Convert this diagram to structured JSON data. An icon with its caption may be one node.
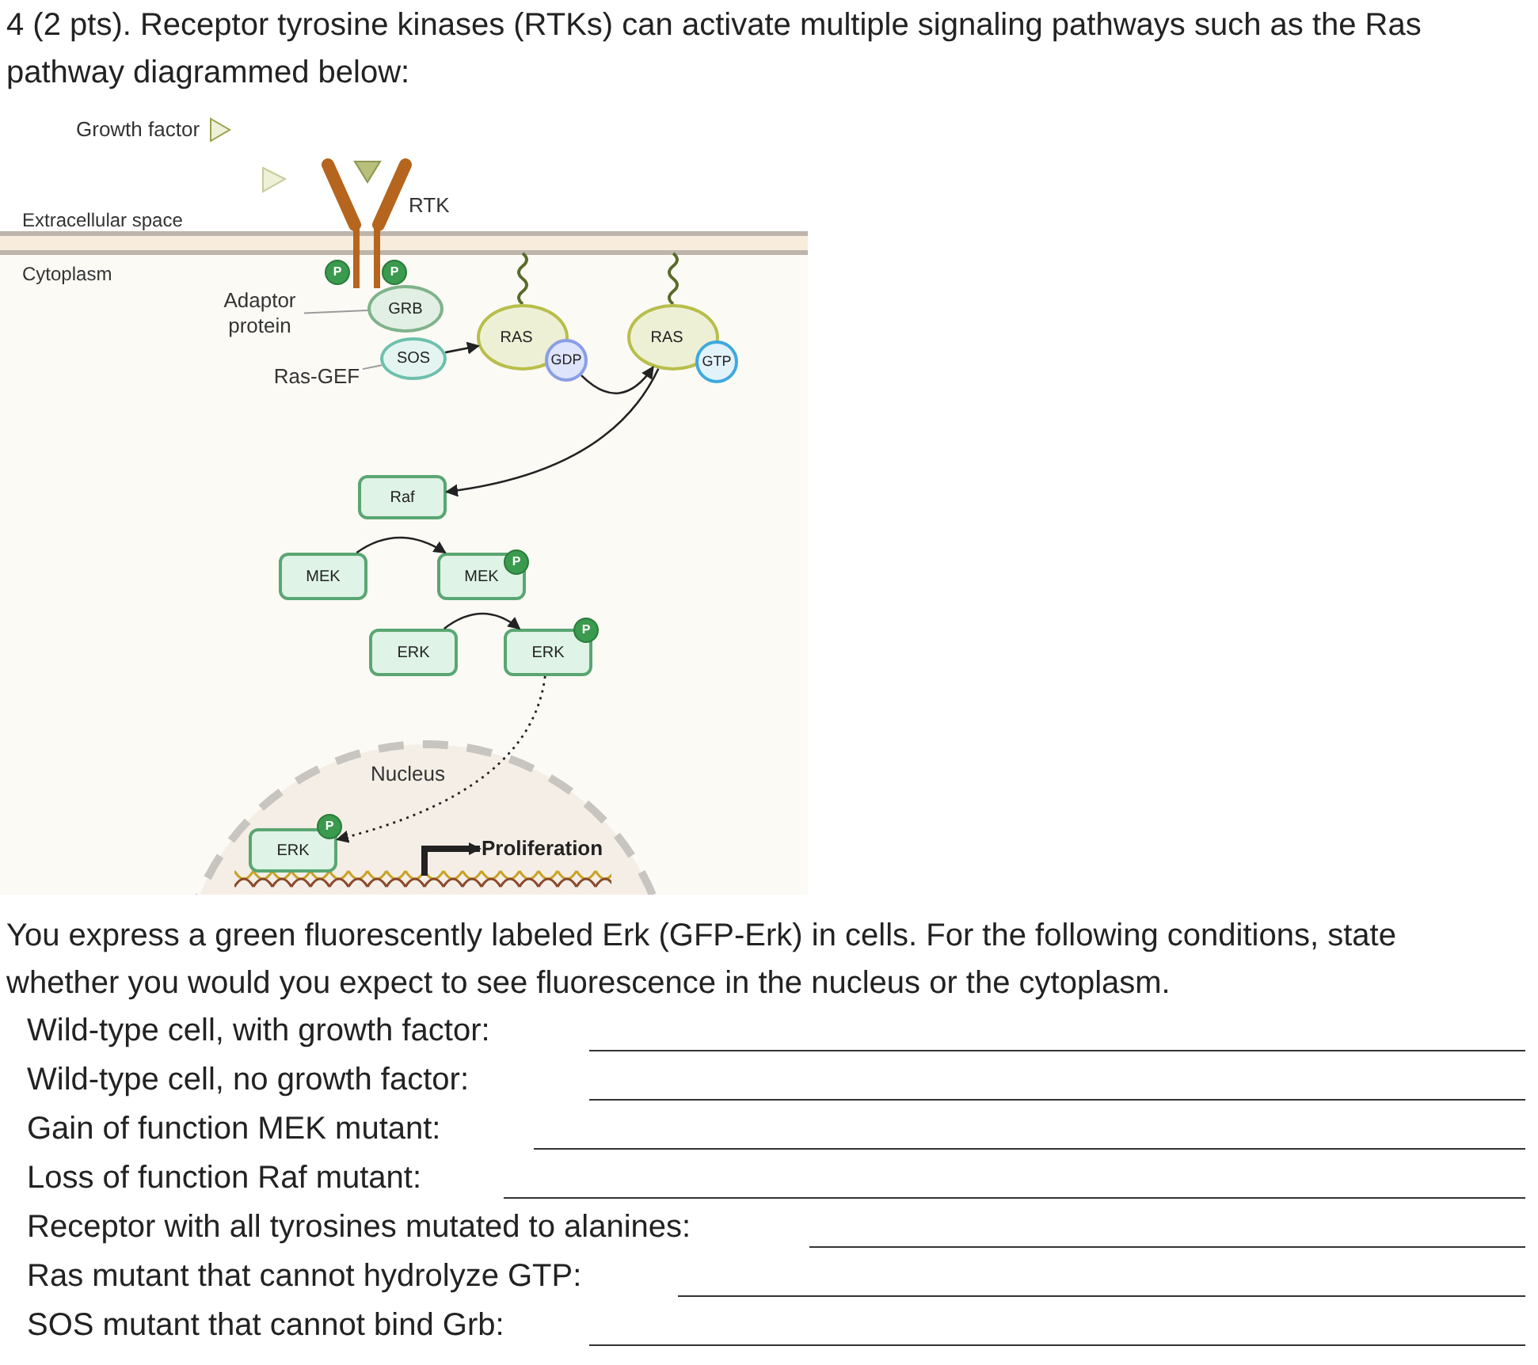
{
  "diagram": {
    "title": "4 (2 pts). Receptor tyrosine kinases (RTKs) can activate multiple signaling pathways such as the Ras pathway diagrammed below:",
    "nodes": [
      {
        "text": [
          "P"
        ]
      },
      {
        "text": [
          "P"
        ]
      },
      {
        "text": [
          "GRB"
        ]
      },
      {
        "text": [
          "SOS"
        ]
      },
      {
        "text": [
          "RAS"
        ]
      },
      {
        "text": [
          "GDP"
        ]
      },
      {
        "text": [
          "RAS"
        ]
      },
      {
        "text": [
          "GTP"
        ]
      },
      {
        "text": [
          "Raf"
        ]
      },
      {
        "text": [
          "MEK"
        ]
      },
      {
        "text": [
          "MEK"
        ]
      },
      {
        "text": [
          "P"
        ]
      },
      {
        "text": [
          "ERK"
        ]
      },
      {
        "text": [
          "ERK"
        ]
      },
      {
        "text": [
          "P"
        ]
      },
      {
        "text": [
          "Nucleus"
        ]
      },
      {
        "text": [
          "ERK"
        ],
        "in": 15
      },
      {
        "text": [
          "P"
        ],
        "in": 15
      },
      {
        "text": [
          "Proliferation"
        ],
        "in": 15
      },
      {
        "text": [
          "Adaptor protein"
        ]
      },
      {
        "text": [
          "Ras-GEF"
        ]
      }
    ],
    "edges": [
      {
        "from": 19,
        "to": 2,
        "arrow": "none",
        "color": "#9a9a9a"
      },
      {
        "from": 20,
        "to": 3,
        "arrow": "none",
        "color": "#9a9a9a"
      },
      {
        "from": 3,
        "to": 4,
        "arrow": "to"
      },
      {
        "from": 5,
        "to": 6,
        "arrow": "to"
      },
      {
        "from": 6,
        "to": 8,
        "arrow": "to"
      },
      {
        "from": 9,
        "to": 10,
        "arrow": "to"
      },
      {
        "from": 12,
        "to": 13,
        "arrow": "to"
      },
      {
        "from": 13,
        "to": 16,
        "arrow": "to",
        "style": "dashed"
      },
      {
        "from": null,
        "to": 18,
        "arrow": "to",
        "style": "thick"
      }
    ],
    "labels": [
      "RTK",
      "Extracellular space",
      "Cytoplasm",
      "You express a green fluorescently labeled Erk (GFP-Erk) in cells. For the following conditions, state whether you would you expect to see fluorescence in the nucleus or the cytoplasm.",
      "Wild-type cell, with growth factor:",
      "Wild-type cell, no growth factor:",
      "Gain of function MEK mutant:",
      "Loss of function Raf mutant:",
      "Receptor with all tyrosines mutated to alanines:",
      "Ras mutant that cannot hydrolyze GTP:",
      "SOS mutant that cannot bind Grb:"
    ],
    "legend": [
      {
        "text": "Growth factor"
      }
    ]
  }
}
